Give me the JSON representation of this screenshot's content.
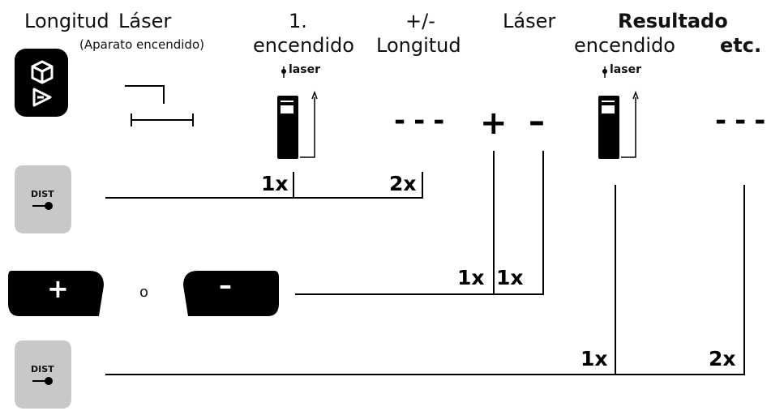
{
  "headers": {
    "longitud": "Longitud",
    "laser_on": "Láser",
    "laser_on_note": "(Aparato encendido)",
    "first_num": "1.",
    "first_word": "encendido",
    "plusminus_sign": "+/-",
    "plusminus_word": "Longitud",
    "laser2": "Láser",
    "laser2_word": "encendido",
    "result": "Resultado",
    "etc": "etc."
  },
  "device_label": "laser",
  "buttons": {
    "dist_label": "DIST",
    "plus_symbol": "+",
    "minus_symbol": "–",
    "or_text": "o"
  },
  "symbols": {
    "dashes": "---",
    "plus": "+",
    "minus": "–"
  },
  "counts": {
    "first_press": "1x",
    "second_press": "2x",
    "plus_press": "1x",
    "minus_press": "1x",
    "result_press": "1x",
    "etc_press": "2x"
  },
  "colors": {
    "ink": "#000000",
    "button_gray": "#c8c8c8"
  }
}
